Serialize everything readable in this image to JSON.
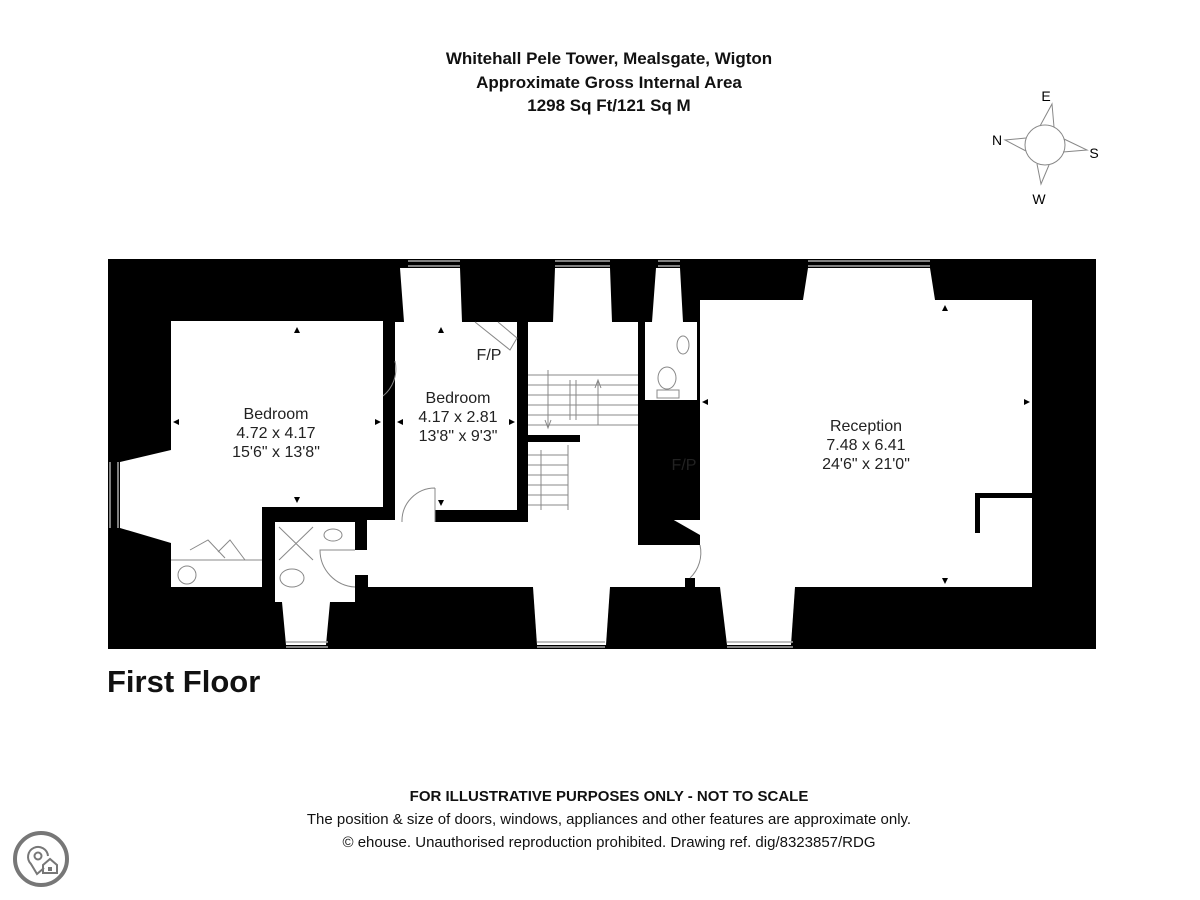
{
  "header": {
    "title": "Whitehall Pele Tower, Mealsgate, Wigton",
    "subtitle": "Approximate Gross Internal Area",
    "area": "1298 Sq Ft/121 Sq M"
  },
  "compass": {
    "n": "N",
    "e": "E",
    "s": "S",
    "w": "W"
  },
  "rooms": [
    {
      "name": "Bedroom",
      "metric": "4.72 x 4.17",
      "imperial": "15'6\" x 13'8\""
    },
    {
      "name": "Bedroom",
      "metric": "4.17 x 2.81",
      "imperial": "13'8\" x 9'3\""
    },
    {
      "name": "Reception",
      "metric": "7.48 x 6.41",
      "imperial": "24'6\" x 21'0\""
    }
  ],
  "fireplace_label": "F/P",
  "floor_name": "First Floor",
  "footer": {
    "line1": "FOR ILLUSTRATIVE PURPOSES ONLY - NOT TO SCALE",
    "line2": "The position & size of doors, windows, appliances and other features are approximate only.",
    "line3": "© ehouse. Unauthorised reproduction prohibited. Drawing ref. dig/8323857/RDG"
  },
  "colors": {
    "wall": "#000000",
    "line": "#999999",
    "logo": "#777777"
  }
}
